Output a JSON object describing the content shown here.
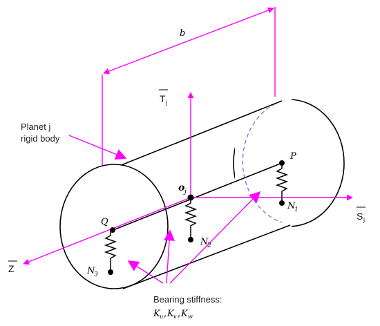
{
  "labels": {
    "b": "b",
    "T_main": "T",
    "T_sub": "j",
    "S_main": "S",
    "S_sub": "j",
    "Z": "Z",
    "planet_line1": "Planet j",
    "planet_line2": "rigid body",
    "O_main": "o",
    "O_sub": "j",
    "P": "P",
    "Q": "Q",
    "N1_main": "N",
    "N1_sub": "1",
    "N2_main": "N",
    "N2_sub": "2",
    "N3_main": "N",
    "N3_sub": "3",
    "bearing_line1": "Bearing stiffness:",
    "bearing_K1_main": "K",
    "bearing_K1_sub": "u",
    "bearing_K2_main": "K",
    "bearing_K2_sub": "v",
    "bearing_K3_main": "K",
    "bearing_K3_sub": "w",
    "comma": ","
  },
  "colors": {
    "accent": "#ff00ff",
    "outline": "#000000",
    "hidden_edge": "#6b6bdc"
  }
}
